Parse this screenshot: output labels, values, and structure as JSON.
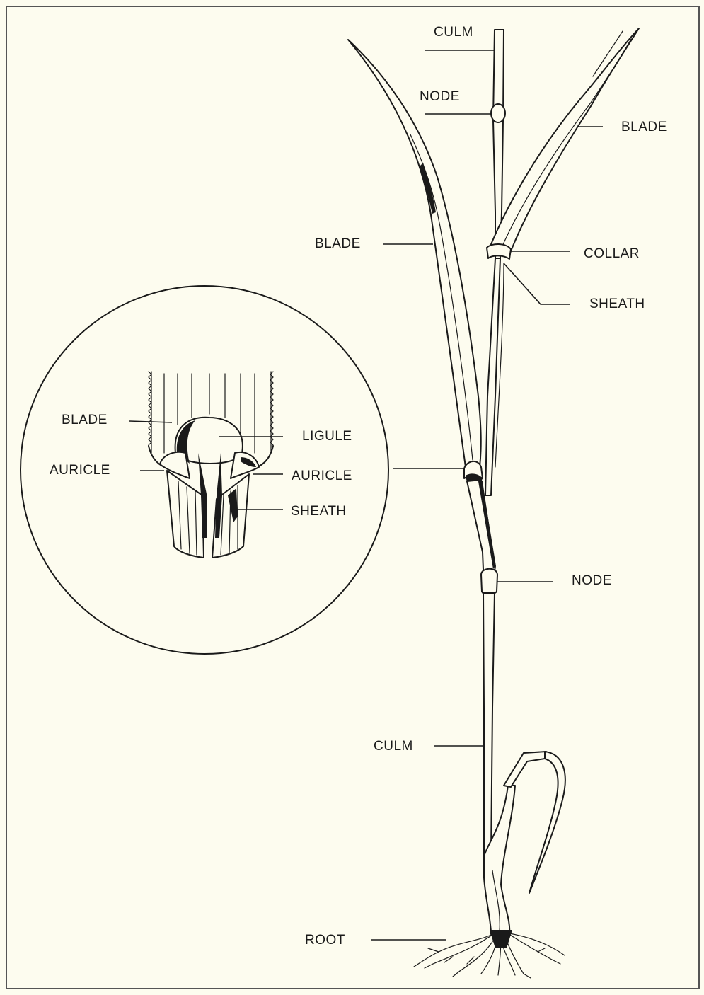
{
  "labels": {
    "culm_top": "CULM",
    "node_top": "NODE",
    "blade_right": "BLADE",
    "blade_left": "BLADE",
    "collar": "COLLAR",
    "sheath_main": "SHEATH",
    "node_mid": "NODE",
    "culm_bottom": "CULM",
    "root": "ROOT",
    "inset_blade": "BLADE",
    "inset_ligule": "LIGULE",
    "inset_auricle_left": "AURICLE",
    "inset_auricle_right": "AURICLE",
    "inset_sheath": "SHEATH"
  },
  "colors": {
    "paper": "#fdfcef",
    "ink": "#1a1a1a"
  }
}
